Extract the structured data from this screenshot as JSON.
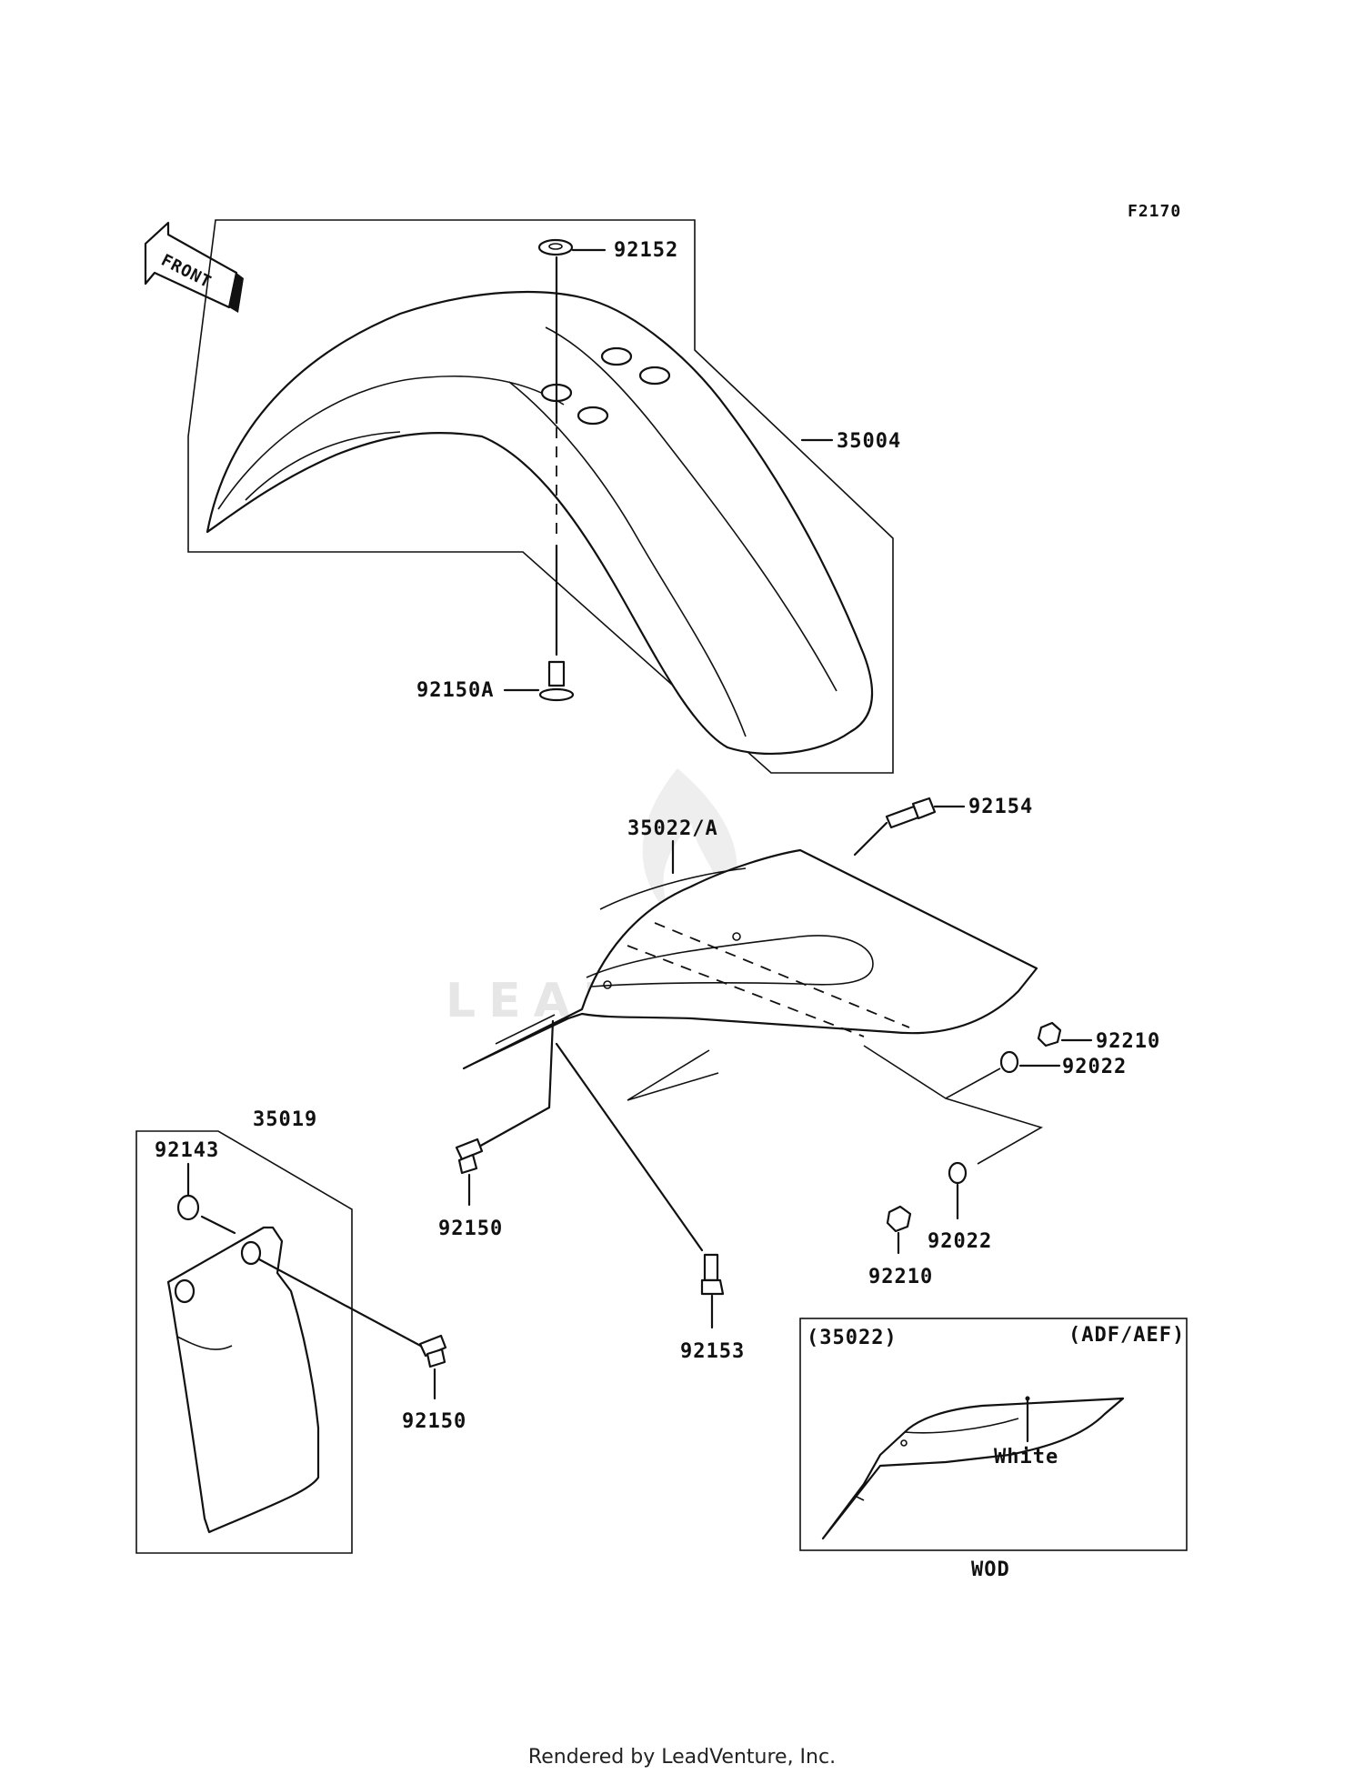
{
  "diagram_code": "F2170",
  "front_arrow_label": "FRONT",
  "watermark": "LEADVENTURE",
  "parts": {
    "p92152": "92152",
    "p35004": "35004",
    "p92150A": "92150A",
    "p92154": "92154",
    "p35022A": "35022/A",
    "p92210_right": "92210",
    "p92022_right": "92022",
    "p92022_lower": "92022",
    "p92210_lower": "92210",
    "p92150_mid": "92150",
    "p92153": "92153",
    "p35019": "35019",
    "p92143": "92143",
    "p92150_left": "92150"
  },
  "inset": {
    "part_ref": "(35022)",
    "variant": "(ADF/AEF)",
    "color_note": "White",
    "color_code": "WOD"
  },
  "footer": "Rendered by LeadVenture, Inc."
}
